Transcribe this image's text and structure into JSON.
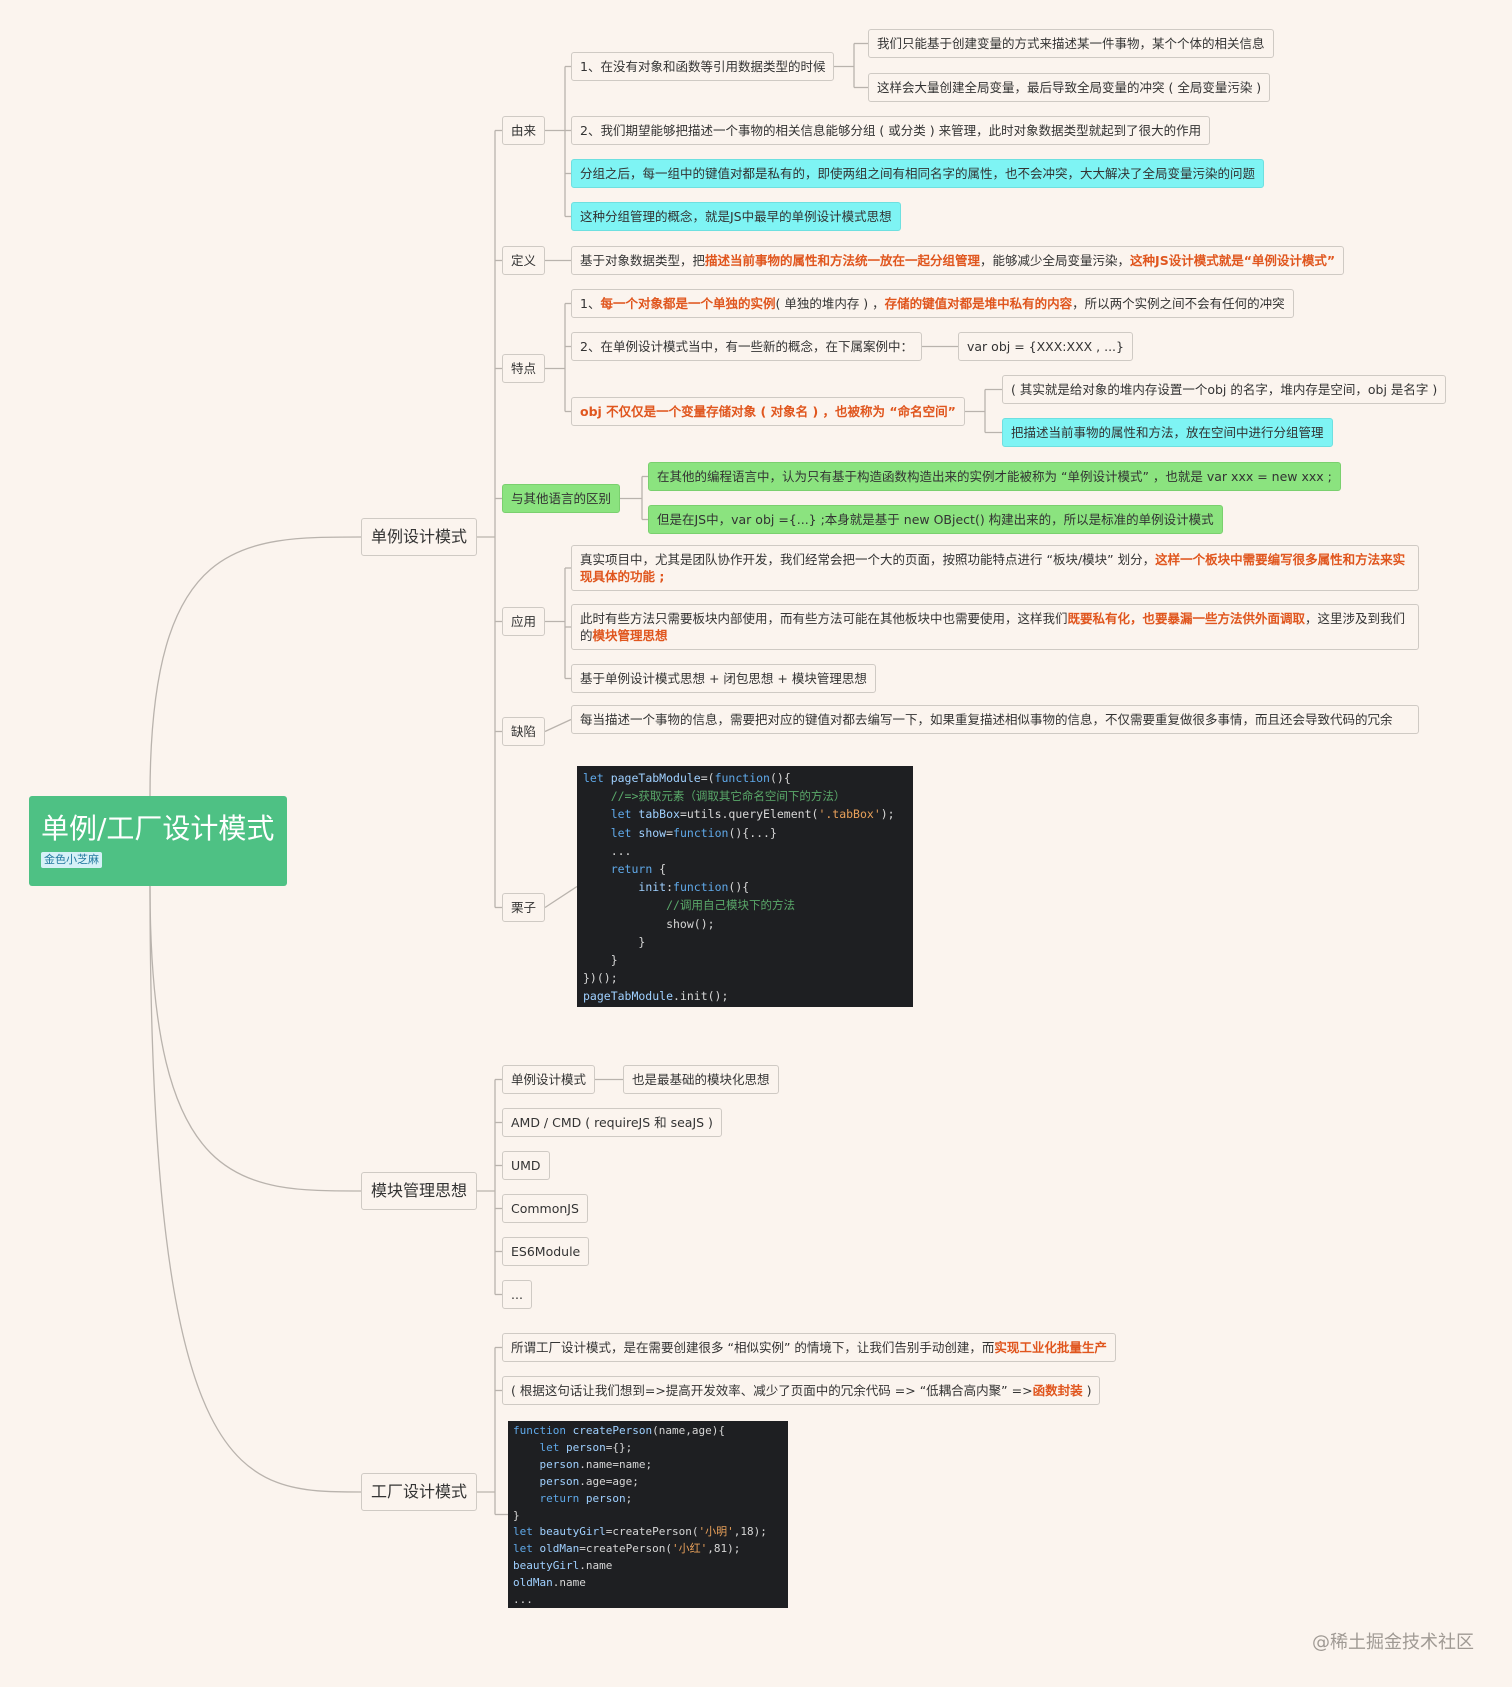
{
  "root": {
    "title": "单例/工厂设计模式",
    "tag": "金色小芝麻"
  },
  "singleton": {
    "label": "单例设计模式",
    "origin": {
      "label": "由来",
      "item1": "1、在没有对象和函数等引用数据类型的时候",
      "item1_a": "我们只能基于创建变量的方式来描述某一件事物，某个个体的相关信息",
      "item1_b": "这样会大量创建全局变量，最后导致全局变量的冲突 ( 全局变量污染 )",
      "item2": "2、我们期望能够把描述一个事物的相关信息能够分组 ( 或分类 ) 来管理，此时对象数据类型就起到了很大的作用",
      "item3": "分组之后，每一组中的键值对都是私有的，即使两组之间有相同名字的属性，也不会冲突，大大解决了全局变量污染的问题",
      "item4": "这种分组管理的概念，就是JS中最早的单例设计模式思想"
    },
    "definition": {
      "label": "定义",
      "t1": "基于对象数据类型，把",
      "h1": "描述当前事物的属性和方法统一放在一起分组管理",
      "t2": "，能够减少全局变量污染，",
      "h2": "这种JS设计模式就是“单例设计模式”"
    },
    "features": {
      "label": "特点",
      "f1_t1": "1、",
      "f1_h1": "每一个对象都是一个单独的实例",
      "f1_t2": "( 单独的堆内存 ) ，",
      "f1_h2": "存储的键值对都是堆中私有的内容",
      "f1_t3": "，所以两个实例之间不会有任何的冲突",
      "f2": "2、在单例设计模式当中，有一些新的概念，在下属案例中：",
      "f2_code": "var obj = {XXX:XXX , ...}",
      "f3": "obj 不仅仅是一个变量存储对象 ( 对象名 ) ，也被称为 “命名空间”",
      "f3_a": "( 其实就是给对象的堆内存设置一个obj 的名字，堆内存是空间，obj 是名字 )",
      "f3_b": "把描述当前事物的属性和方法，放在空间中进行分组管理"
    },
    "diff": {
      "label": "与其他语言的区别",
      "d1": "在其他的编程语言中，认为只有基于构造函数构造出来的实例才能被称为 “单例设计模式” ，也就是 var xxx = new xxx ;",
      "d2": "但是在JS中，var obj ={...} ;本身就是基于 new OBject() 构建出来的，所以是标准的单例设计模式"
    },
    "usage": {
      "label": "应用",
      "u1_t1": "真实项目中，尤其是团队协作开发，我们经常会把一个大的页面，按照功能特点进行 “板块/模块” 划分，",
      "u1_h1": "这样一个板块中需要编写很多属性和方法来实现具体的功能 ;",
      "u2_t1": "此时有些方法只需要板块内部使用，而有些方法可能在其他板块中也需要使用，这样我们",
      "u2_h1": "既要私有化，也要暴漏一些方法供外面调取",
      "u2_t2": "，这里涉及到我们的",
      "u2_h2": "模块管理思想",
      "u3": "基于单例设计模式思想 + 闭包思想 + 模块管理思想"
    },
    "flaw": {
      "label": "缺陷",
      "text": "每当描述一个事物的信息，需要把对应的键值对都去编写一下，如果重复描述相似事物的信息，不仅需要重复做很多事情，而且还会导致代码的冗余"
    },
    "example": {
      "label": "栗子",
      "code": [
        [
          [
            "kw",
            "let "
          ],
          [
            "id",
            "pageTabModule"
          ],
          [
            "",
            "=("
          ],
          [
            "kw",
            "function"
          ],
          [
            "",
            "(){"
          ]
        ],
        [
          [
            "",
            "    "
          ],
          [
            "cm",
            "//=>获取元素（调取其它命名空间下的方法）"
          ]
        ],
        [
          [
            "",
            "    "
          ],
          [
            "kw",
            "let "
          ],
          [
            "id",
            "tabBox"
          ],
          [
            "",
            "=utils.queryElement("
          ],
          [
            "st",
            "'.tabBox'"
          ],
          [
            "",
            ");"
          ]
        ],
        [
          [
            "",
            "    "
          ],
          [
            "kw",
            "let "
          ],
          [
            "id",
            "show"
          ],
          [
            "",
            "="
          ],
          [
            "kw",
            "function"
          ],
          [
            "",
            "(){...}"
          ]
        ],
        [
          [
            "",
            "    ..."
          ]
        ],
        [
          [
            "",
            "    "
          ],
          [
            "kw",
            "return"
          ],
          [
            "",
            " {"
          ]
        ],
        [
          [
            "",
            "        "
          ],
          [
            "id",
            "init"
          ],
          [
            "",
            ":"
          ],
          [
            "kw",
            "function"
          ],
          [
            "",
            "(){"
          ]
        ],
        [
          [
            "",
            "            "
          ],
          [
            "cm",
            "//调用自己模块下的方法"
          ]
        ],
        [
          [
            "",
            "            show();"
          ]
        ],
        [
          [
            "",
            "        }"
          ]
        ],
        [
          [
            "",
            "    }"
          ]
        ],
        [
          [
            "",
            "})();"
          ]
        ],
        [
          [
            "id",
            "pageTabModule"
          ],
          [
            "",
            ".init();"
          ]
        ]
      ]
    }
  },
  "modules": {
    "label": "模块管理思想",
    "m1": "单例设计模式",
    "m1_note": "也是最基础的模块化思想",
    "m2": "AMD / CMD ( requireJS 和 seaJS )",
    "m3": "UMD",
    "m4": "CommonJS",
    "m5": "ES6Module",
    "m6": "..."
  },
  "factory": {
    "label": "工厂设计模式",
    "p1_t1": "所谓工厂设计模式，是在需要创建很多 “相似实例” 的情境下，让我们告别手动创建，而",
    "p1_h1": "实现工业化批量生产",
    "p2_t1": "( 根据这句话让我们想到=>提高开发效率、减少了页面中的冗余代码 =>  “低耦合高内聚”  =>",
    "p2_h1": "函数封装",
    "p2_t2": " )",
    "code": [
      [
        [
          "kw",
          "function "
        ],
        [
          "id",
          "createPerson"
        ],
        [
          "",
          "(name,age){"
        ]
      ],
      [
        [
          "",
          "    "
        ],
        [
          "kw",
          "let "
        ],
        [
          "id",
          "person"
        ],
        [
          "",
          "={};"
        ]
      ],
      [
        [
          "",
          "    "
        ],
        [
          "id",
          "person"
        ],
        [
          "",
          ".name=name;"
        ]
      ],
      [
        [
          "",
          "    "
        ],
        [
          "id",
          "person"
        ],
        [
          "",
          ".age=age;"
        ]
      ],
      [
        [
          "",
          "    "
        ],
        [
          "kw",
          "return "
        ],
        [
          "id",
          "person"
        ],
        [
          "",
          ";"
        ]
      ],
      [
        [
          "",
          "}"
        ]
      ],
      [
        [
          "kw",
          "let "
        ],
        [
          "id",
          "beautyGirl"
        ],
        [
          "",
          "=createPerson("
        ],
        [
          "st",
          "'小明'"
        ],
        [
          "",
          ",18);"
        ]
      ],
      [
        [
          "kw",
          "let "
        ],
        [
          "id",
          "oldMan"
        ],
        [
          "",
          "=createPerson("
        ],
        [
          "st",
          "'小红'"
        ],
        [
          "",
          ",81);"
        ]
      ],
      [
        [
          "id",
          "beautyGirl"
        ],
        [
          "",
          ".name"
        ]
      ],
      [
        [
          "id",
          "oldMan"
        ],
        [
          "",
          ".name"
        ]
      ],
      [
        [
          "",
          "..."
        ]
      ]
    ]
  },
  "watermark": "@稀土掘金技术社区"
}
